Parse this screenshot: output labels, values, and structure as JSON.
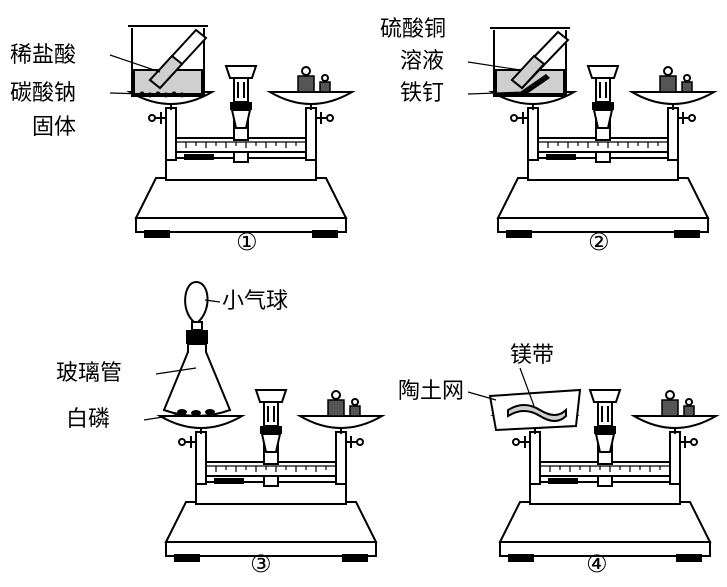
{
  "panels": [
    {
      "number": "①",
      "labels": [
        "稀盐酸",
        "碳酸钠",
        "固体"
      ]
    },
    {
      "number": "②",
      "labels": [
        "硫酸铜",
        "溶液",
        "铁钉"
      ]
    },
    {
      "number": "③",
      "labels": [
        "小气球",
        "玻璃管",
        "白磷"
      ]
    },
    {
      "number": "④",
      "labels": [
        "镁带",
        "陶土网"
      ]
    }
  ]
}
